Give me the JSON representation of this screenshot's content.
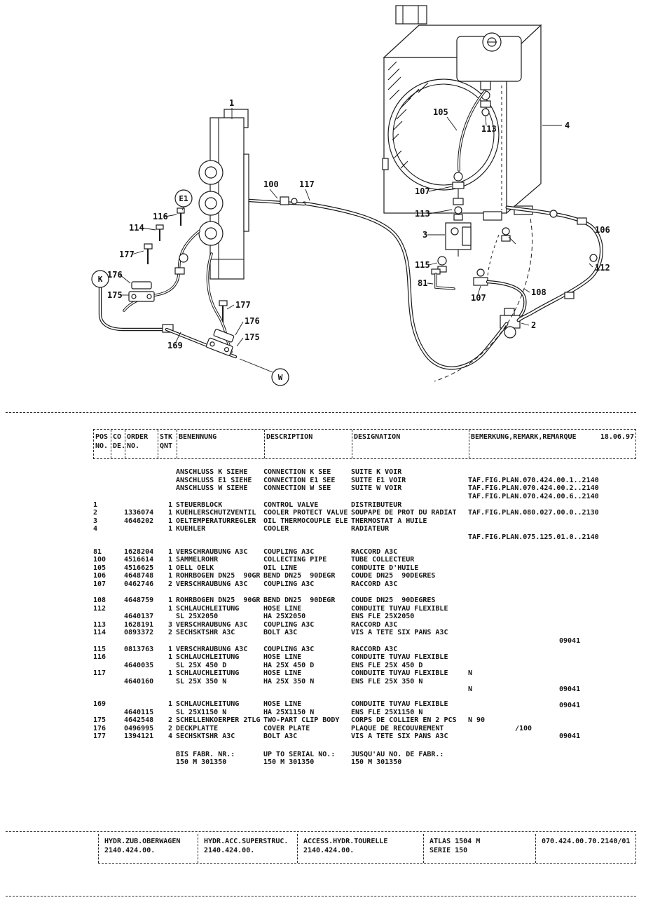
{
  "diagram": {
    "callouts": [
      "1",
      "4",
      "105",
      "113",
      "100",
      "117",
      "107",
      "113",
      "3",
      "106",
      "115",
      "112",
      "81",
      "107",
      "108",
      "2",
      "114",
      "116",
      "177",
      "176",
      "175",
      "169",
      "177",
      "176",
      "175"
    ],
    "markers": [
      "E1",
      "K",
      "W"
    ]
  },
  "table": {
    "header": {
      "pos1": "POS",
      "pos2": "NO.",
      "code1": "CO",
      "code2": "DE.",
      "order1": "ORDER",
      "order2": "NO.",
      "qnt1": "STK",
      "qnt2": "QNT",
      "ben": "BENENNUNG",
      "desc": "DESCRIPTION",
      "des": "DESIGNATION",
      "rem": "BEMERKUNG,REMARK,REMARQUE",
      "date": "18.06.97"
    },
    "rows": [
      {
        "pos": "",
        "code": "",
        "order": "",
        "qnt": "",
        "ben": "ANSCHLUSS K SIEHE",
        "desc": "CONNECTION K SEE",
        "des": "SUITE K VOIR",
        "rem1": "TAF.FIG.PLAN.070.424.00.1..2140",
        "rem2": "",
        "rem3": ""
      },
      {
        "pos": "",
        "code": "",
        "order": "",
        "qnt": "",
        "ben": "ANSCHLUSS E1 SIEHE",
        "desc": "CONNECTION E1 SEE",
        "des": "SUITE E1 VOIR",
        "rem1": "TAF.FIG.PLAN.070.424.00.2..2140",
        "rem2": "",
        "rem3": ""
      },
      {
        "pos": "",
        "code": "",
        "order": "",
        "qnt": "",
        "ben": "ANSCHLUSS W SIEHE",
        "desc": "CONNECTION W SEE",
        "des": "SUITE W VOIR",
        "rem1": "TAF.FIG.PLAN.070.424.00.6..2140",
        "rem2": "",
        "rem3": ""
      },
      {
        "gap": 12
      },
      {
        "pos": "1",
        "code": "",
        "order": "",
        "qnt": "1",
        "ben": "STEUERBLOCK",
        "desc": "CONTROL VALVE",
        "des": "DISTRIBUTEUR",
        "rem1": "TAF.FIG.PLAN.080.027.00.0..2130",
        "rem2": "",
        "rem3": ""
      },
      {
        "pos": "2",
        "code": "",
        "order": "1336074",
        "qnt": "1",
        "ben": "KUEHLERSCHUTZVENTIL",
        "desc": "COOLER PROTECT VALVE",
        "des": "SOUPAPE DE PROT DU RADIAT",
        "rem1": "",
        "rem2": "",
        "rem3": ""
      },
      {
        "pos": "3",
        "code": "",
        "order": "4646202",
        "qnt": "1",
        "ben": "OELTEMPERATURREGLER",
        "desc": "OIL THERMOCOUPLE ELE",
        "des": "THERMOSTAT A HUILE",
        "rem1": "",
        "rem2": "",
        "rem3": ""
      },
      {
        "pos": "4",
        "code": "",
        "order": "",
        "qnt": "1",
        "ben": "KUEHLER",
        "desc": "COOLER",
        "des": "RADIATEUR",
        "rem1": "TAF.FIG.PLAN.075.125.01.0..2140",
        "rem2": "",
        "rem3": ""
      },
      {
        "gap": 21
      },
      {
        "pos": "81",
        "code": "",
        "order": "1628204",
        "qnt": "1",
        "ben": "VERSCHRAUBUNG A3C",
        "desc": "COUPLING A3C",
        "des": "RACCORD A3C",
        "rem1": "",
        "rem2": "",
        "rem3": ""
      },
      {
        "pos": "100",
        "code": "",
        "order": "4516614",
        "qnt": "1",
        "ben": "SAMMELROHR",
        "desc": "COLLECTING PIPE",
        "des": "TUBE COLLECTEUR",
        "rem1": "",
        "rem2": "",
        "rem3": ""
      },
      {
        "pos": "105",
        "code": "",
        "order": "4516625",
        "qnt": "1",
        "ben": "OELL OELK",
        "desc": "OIL LINE",
        "des": "CONDUITE D'HUILE",
        "rem1": "",
        "rem2": "",
        "rem3": ""
      },
      {
        "pos": "106",
        "code": "",
        "order": "4648748",
        "qnt": "1",
        "ben": "ROHRBOGEN DN25  90GR",
        "desc": "BEND DN25  90DEGR",
        "des": "COUDE DN25  90DEGRES",
        "rem1": "",
        "rem2": "",
        "rem3": ""
      },
      {
        "pos": "107",
        "code": "",
        "order": "0462746",
        "qnt": "2",
        "ben": "VERSCHRAUBUNG A3C",
        "desc": "COUPLING A3C",
        "des": "RACCORD A3C",
        "rem1": "",
        "rem2": "",
        "rem3": ""
      },
      {
        "gap": 12
      },
      {
        "pos": "108",
        "code": "",
        "order": "4648759",
        "qnt": "1",
        "ben": "ROHRBOGEN DN25  90GR",
        "desc": "BEND DN25  90DEGR",
        "des": "COUDE DN25  90DEGRES",
        "rem1": "",
        "rem2": "",
        "rem3": ""
      },
      {
        "pos": "112",
        "code": "",
        "order": "",
        "qnt": "1",
        "ben": "SCHLAUCHLEITUNG",
        "desc": "HOSE LINE",
        "des": "CONDUITE TUYAU FLEXIBLE",
        "rem1": "",
        "rem2": "",
        "rem3": ""
      },
      {
        "pos": "",
        "code": "",
        "order": "4640137",
        "qnt": "",
        "ben": "SL 25X2050",
        "desc": "HA 25X2050",
        "des": "ENS FLE 25X2050",
        "rem1": "",
        "rem2": "",
        "rem3": "09041"
      },
      {
        "pos": "113",
        "code": "",
        "order": "1628191",
        "qnt": "3",
        "ben": "VERSCHRAUBUNG A3C",
        "desc": "COUPLING A3C",
        "des": "RACCORD A3C",
        "rem1": "",
        "rem2": "",
        "rem3": ""
      },
      {
        "pos": "114",
        "code": "",
        "order": "0893372",
        "qnt": "2",
        "ben": "SECHSKTSHR A3C",
        "desc": "BOLT A3C",
        "des": "VIS A TETE SIX PANS A3C",
        "rem1": "",
        "rem2": "",
        "rem3": ""
      },
      {
        "gap": 12
      },
      {
        "pos": "115",
        "code": "",
        "order": "0813763",
        "qnt": "1",
        "ben": "VERSCHRAUBUNG A3C",
        "desc": "COUPLING A3C",
        "des": "RACCORD A3C",
        "rem1": "",
        "rem2": "",
        "rem3": ""
      },
      {
        "pos": "116",
        "code": "",
        "order": "",
        "qnt": "1",
        "ben": "SCHLAUCHLEITUNG",
        "desc": "HOSE LINE",
        "des": "CONDUITE TUYAU FLEXIBLE",
        "rem1": "",
        "rem2": "",
        "rem3": ""
      },
      {
        "pos": "",
        "code": "",
        "order": "4640035",
        "qnt": "",
        "ben": "SL 25X 450 D",
        "desc": "HA 25X 450 D",
        "des": "ENS FLE 25X 450 D",
        "rem1": "N",
        "rem2": "",
        "rem3": "09041"
      },
      {
        "pos": "117",
        "code": "",
        "order": "",
        "qnt": "1",
        "ben": "SCHLAUCHLEITUNG",
        "desc": "HOSE LINE",
        "des": "CONDUITE TUYAU FLEXIBLE",
        "rem1": "",
        "rem2": "",
        "rem3": ""
      },
      {
        "pos": "",
        "code": "",
        "order": "4640160",
        "qnt": "",
        "ben": "SL 25X 350 N",
        "desc": "HA 25X 350 N",
        "des": "ENS FLE 25X 350 N",
        "rem1": "N",
        "rem2": "",
        "rem3": "09041"
      },
      {
        "gap": 21
      },
      {
        "pos": "169",
        "code": "",
        "order": "",
        "qnt": "1",
        "ben": "SCHLAUCHLEITUNG",
        "desc": "HOSE LINE",
        "des": "CONDUITE TUYAU FLEXIBLE",
        "rem1": "",
        "rem2": "",
        "rem3": ""
      },
      {
        "pos": "",
        "code": "",
        "order": "4640115",
        "qnt": "",
        "ben": "SL 25X1150 N",
        "desc": "HA 25X1150 N",
        "des": "ENS FLE 25X1150 N",
        "rem1": "N 90",
        "rem2": "/100",
        "rem3": "09041"
      },
      {
        "pos": "175",
        "code": "",
        "order": "4642548",
        "qnt": "2",
        "ben": "SCHELLENKOERPER 2TLG",
        "desc": "TWO-PART CLIP BODY",
        "des": "CORPS DE COLLIER EN 2 PCS",
        "rem1": "",
        "rem2": "",
        "rem3": ""
      },
      {
        "pos": "176",
        "code": "",
        "order": "0496995",
        "qnt": "2",
        "ben": "DECKPLATTE",
        "desc": "COVER PLATE",
        "des": "PLAQUE DE RECOUVREMENT",
        "rem1": "",
        "rem2": "",
        "rem3": ""
      },
      {
        "pos": "177",
        "code": "",
        "order": "1394121",
        "qnt": "4",
        "ben": "SECHSKTSHR A3C",
        "desc": "BOLT A3C",
        "des": "VIS A TETE SIX PANS A3C",
        "rem1": "",
        "rem2": "",
        "rem3": ""
      },
      {
        "gap": 14
      },
      {
        "pos": "",
        "code": "",
        "order": "",
        "qnt": "",
        "ben": "BIS FABR. NR.:",
        "desc": "UP TO SERIAL NO.:",
        "des": "JUSQU'AU NO. DE FABR.:",
        "rem1": "",
        "rem2": "",
        "rem3": ""
      },
      {
        "pos": "",
        "code": "",
        "order": "",
        "qnt": "",
        "ben": "150 M 301350",
        "desc": "150 M 301350",
        "des": "150 M 301350",
        "rem1": "",
        "rem2": "",
        "rem3": ""
      }
    ]
  },
  "footer": {
    "cells": [
      {
        "l1": "HYDR.ZUB.OBERWAGEN",
        "l2": "2140.424.00."
      },
      {
        "l1": "HYDR.ACC.SUPERSTRUC.",
        "l2": "2140.424.00."
      },
      {
        "l1": "ACCESS.HYDR.TOURELLE",
        "l2": "2140.424.00."
      },
      {
        "l1": "ATLAS 1504 M",
        "l2": "SERIE 150"
      },
      {
        "l1": "070.424.00.70.2140/01",
        "l2": ""
      }
    ]
  }
}
